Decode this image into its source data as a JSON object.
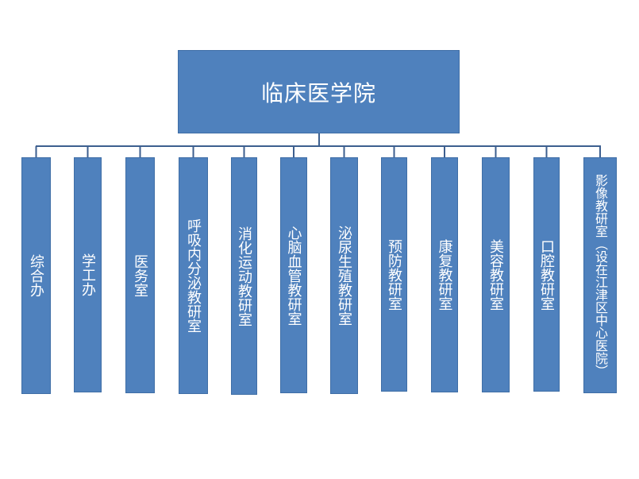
{
  "root": {
    "label": "临床医学院"
  },
  "departments": [
    {
      "label": "综合办"
    },
    {
      "label": "学工办"
    },
    {
      "label": "医务室"
    },
    {
      "label": "呼吸内分泌教研室"
    },
    {
      "label": "消化运动教研室"
    },
    {
      "label": "心脑血管教研室"
    },
    {
      "label": "泌尿生殖教研室"
    },
    {
      "label": "预防教研室"
    },
    {
      "label": "康复教研室"
    },
    {
      "label": "美容教研室"
    },
    {
      "label": "口腔教研室"
    },
    {
      "label": "影像教研室（设在江津区中心医院）"
    }
  ],
  "colors": {
    "box_fill": "#4f81bd",
    "connector": "#3d5f8f",
    "text": "#ffffff"
  }
}
